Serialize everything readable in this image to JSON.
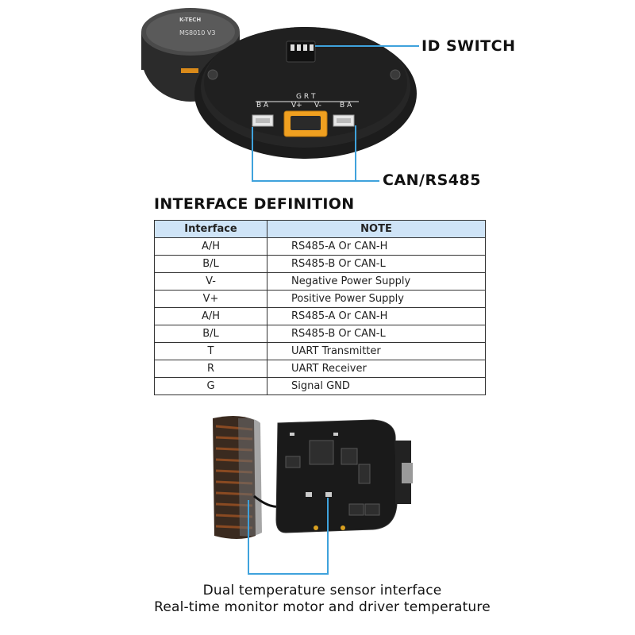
{
  "motor": {
    "brand": "K-TECH",
    "model": "MS8010 V3",
    "connector_top": "G R T",
    "connector_labels": [
      "B A",
      "V+",
      "V-",
      "B A"
    ]
  },
  "callouts": {
    "id_switch": "ID SWITCH",
    "can_rs485": "CAN/RS485"
  },
  "interface": {
    "title": "INTERFACE DEFINITION",
    "headers": [
      "Interface",
      "NOTE"
    ],
    "rows": [
      {
        "pin": "A/H",
        "note": "RS485-A Or CAN-H"
      },
      {
        "pin": "B/L",
        "note": "RS485-B Or CAN-L"
      },
      {
        "pin": "V-",
        "note": "Negative Power Supply"
      },
      {
        "pin": "V+",
        "note": "Positive Power Supply"
      },
      {
        "pin": "A/H",
        "note": "RS485-A Or CAN-H"
      },
      {
        "pin": "B/L",
        "note": "RS485-B Or CAN-L"
      },
      {
        "pin": "T",
        "note": "UART Transmitter"
      },
      {
        "pin": "R",
        "note": "UART Receiver"
      },
      {
        "pin": "G",
        "note": "Signal GND"
      }
    ]
  },
  "caption": {
    "line1": "Dual temperature sensor interface",
    "line2": "Real-time monitor motor and driver temperature"
  },
  "colors": {
    "callout_line": "#3fa2dc",
    "header_bg": "#cfe4f7",
    "connector_orange": "#f0a020"
  }
}
